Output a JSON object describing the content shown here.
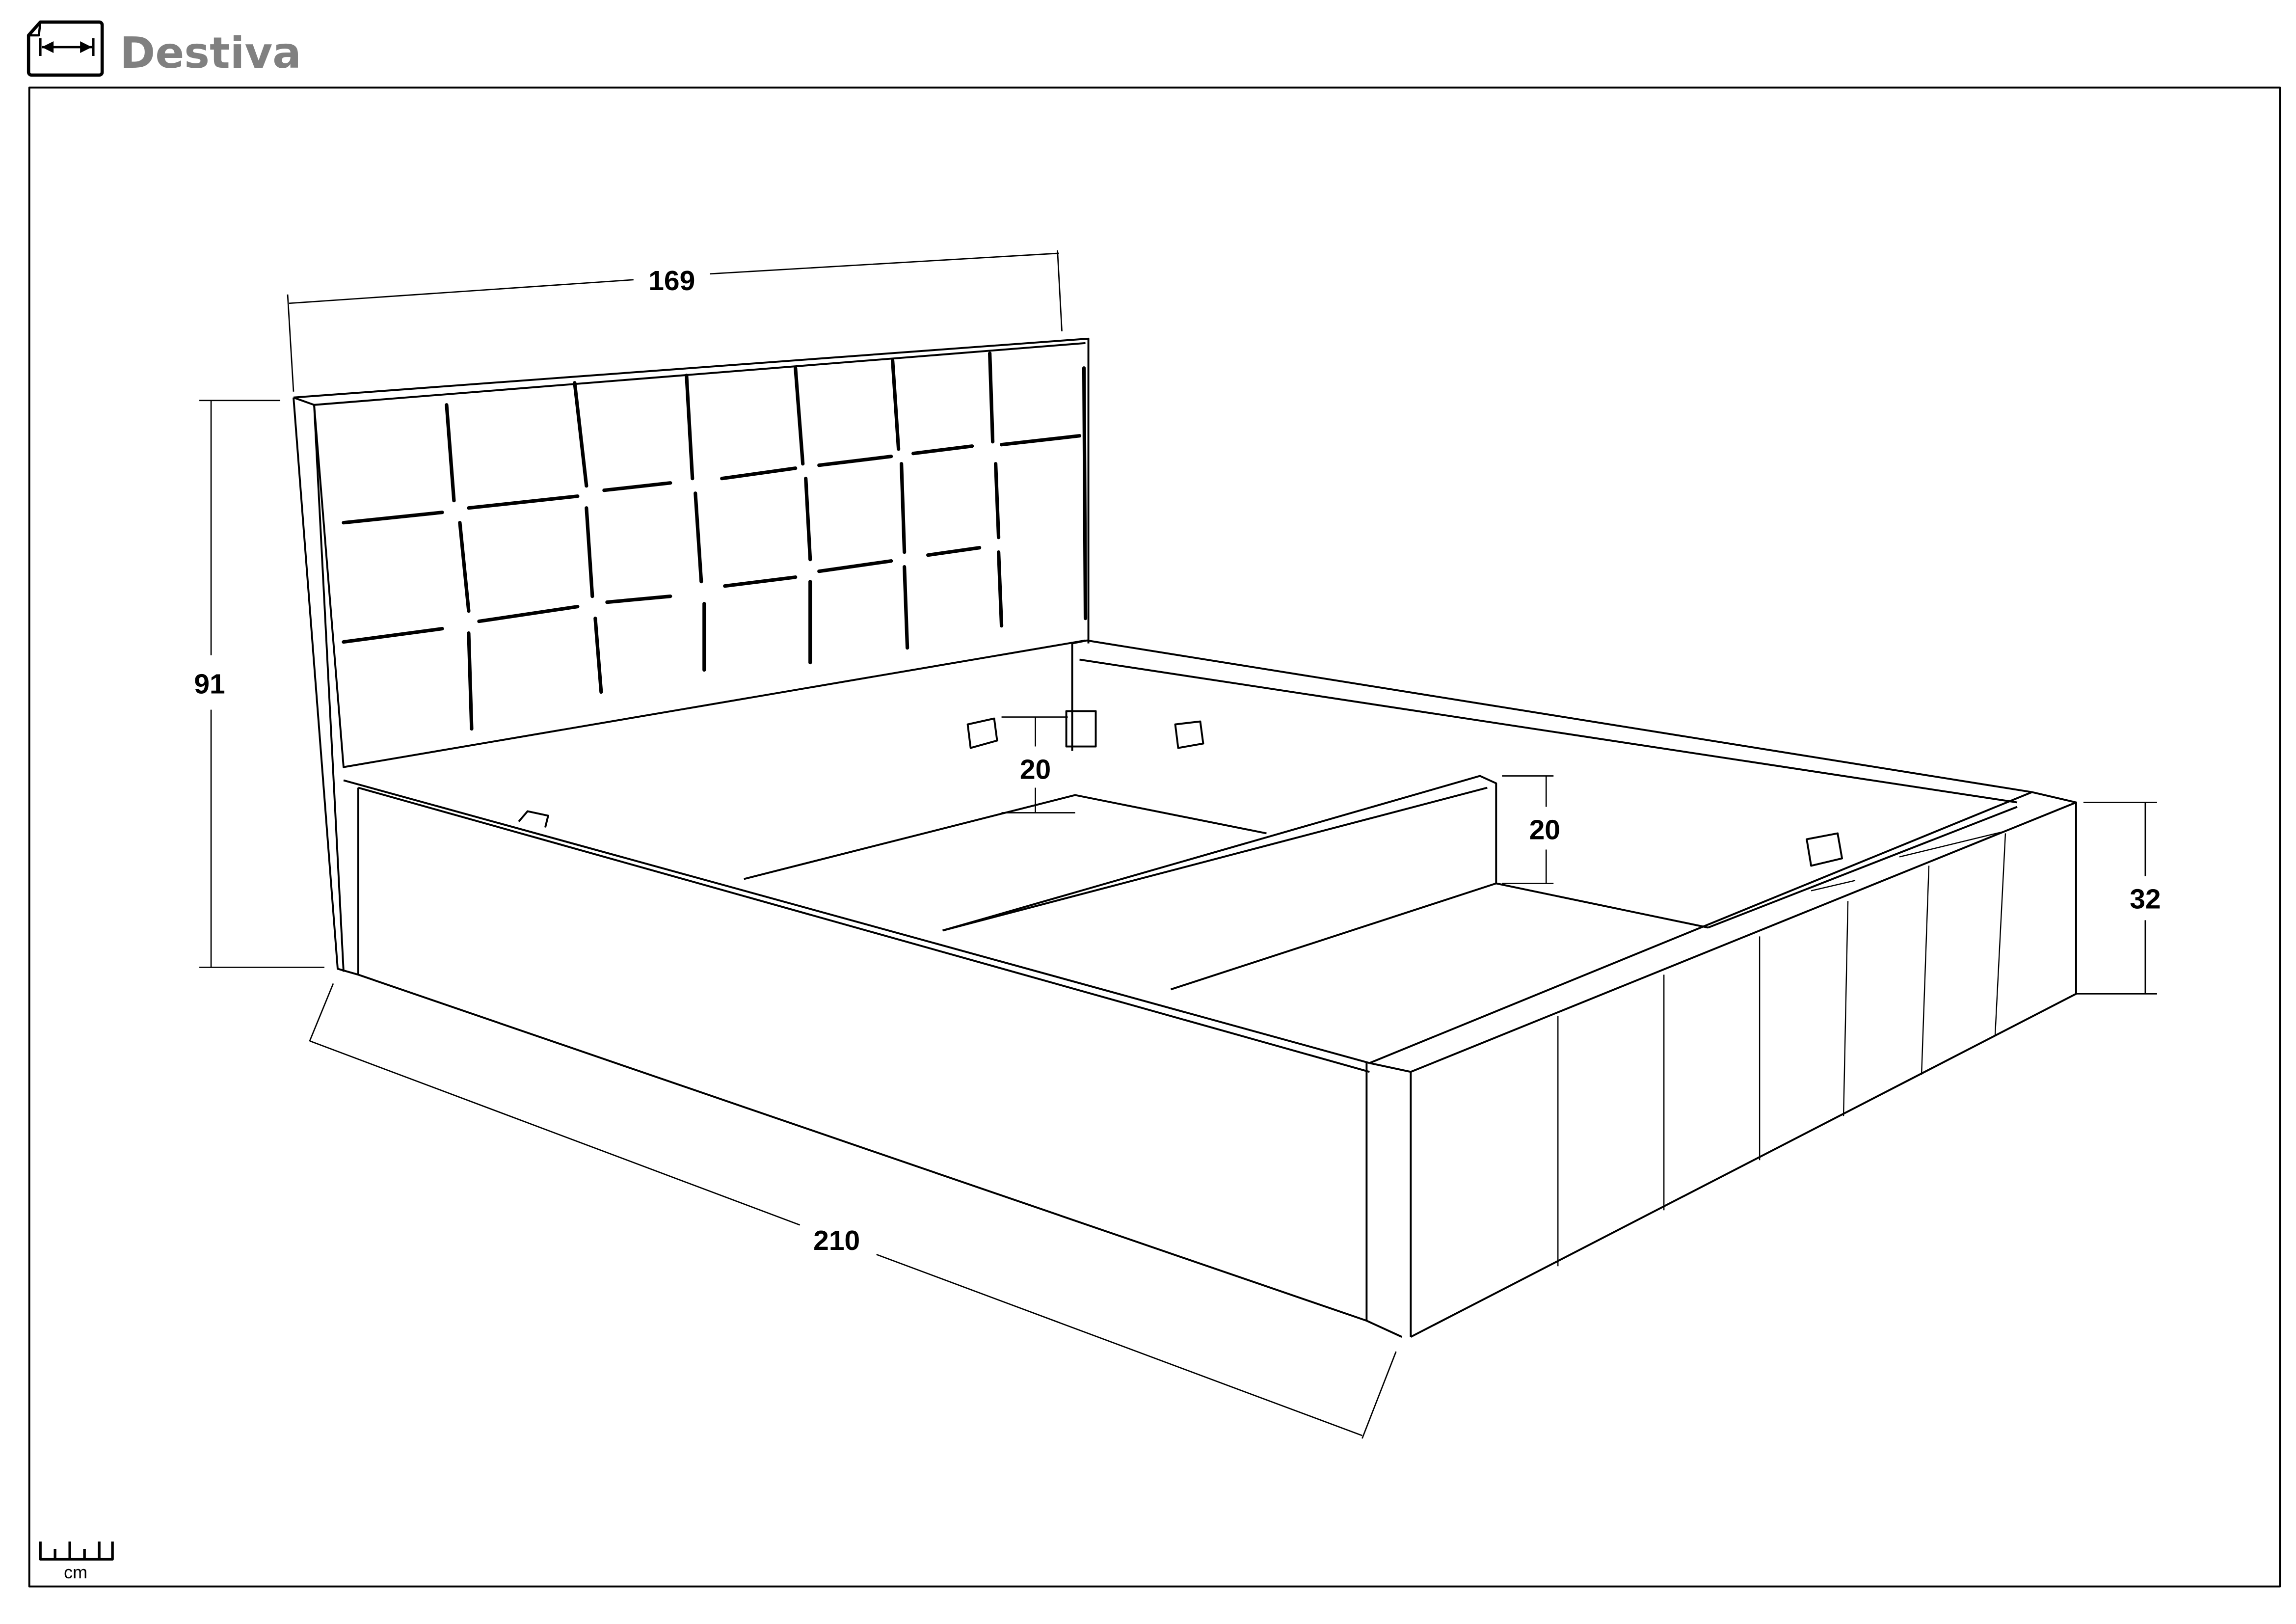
{
  "header": {
    "title": "Destiva",
    "icon": "dimension-arrow-icon"
  },
  "dimensions": {
    "width": "169",
    "headboard_height": "91",
    "length": "210",
    "frame_height": "32",
    "storage_depth_left": "20",
    "storage_depth_right": "20"
  },
  "scale": {
    "unit": "cm",
    "icon": "ruler-icon"
  }
}
